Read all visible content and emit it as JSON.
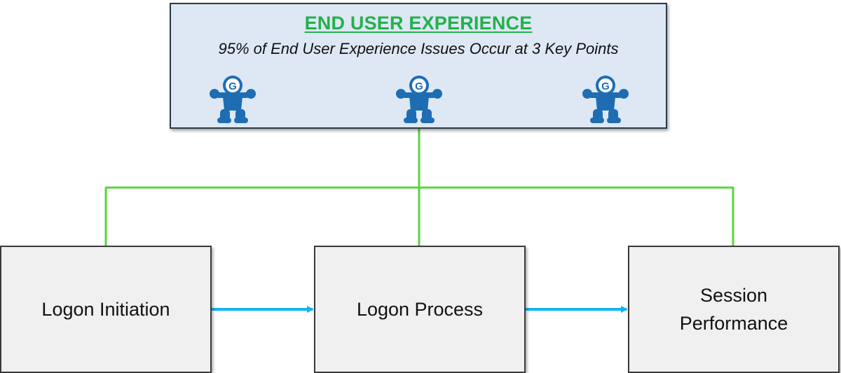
{
  "header": {
    "title": "END USER EXPERIENCE",
    "subtitle": "95% of End User Experience Issues Occur at 3 Key Points"
  },
  "mascots": [
    {
      "icon": "mascot-logo-icon",
      "letter": "G"
    },
    {
      "icon": "mascot-logo-icon",
      "letter": "G"
    },
    {
      "icon": "mascot-logo-icon",
      "letter": "G"
    }
  ],
  "steps": [
    {
      "label": "Logon Initiation"
    },
    {
      "label": "Logon Process"
    },
    {
      "label": "Session Performance"
    }
  ],
  "colors": {
    "title_green": "#22b14c",
    "tree_connector": "#5ad43c",
    "flow_arrow": "#11b5f0",
    "top_box_fill": "#dde8f4",
    "step_box_fill": "#f0f0f0",
    "mascot_blue": "#1e6db3"
  }
}
